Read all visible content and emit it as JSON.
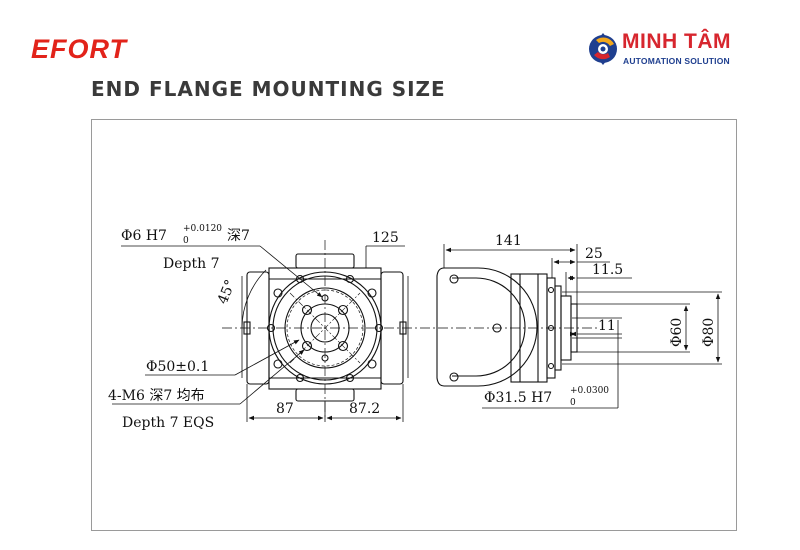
{
  "brand": "EFORT",
  "logo": {
    "name": "MINH TÂM",
    "subtitle": "AUTOMATION SOLUTION"
  },
  "title": "END FLANGE MOUNTING SIZE",
  "labels": {
    "pin_hole_main": "Φ6 H7",
    "pin_hole_tol_upper": "+0.0120",
    "pin_hole_tol_lower": "0",
    "pin_hole_depth_cn": "深7",
    "pin_hole_depth": "Depth 7",
    "angle": "45°",
    "pcd": "Φ50±0.1",
    "thread": "4-M6 深7 均布",
    "thread_depth": "Depth 7 EQS",
    "dim_87": "87",
    "dim_87_2": "87.2",
    "dim_125": "125",
    "dim_141": "141",
    "dim_25": "25",
    "dim_11_5": "11.5",
    "dim_11": "11",
    "dia_60": "Φ60",
    "dia_80": "Φ80",
    "bore_main": "Φ31.5 H7",
    "bore_tol_upper": "+0.0300",
    "bore_tol_lower": "0"
  },
  "colors": {
    "brand": "#e2231a",
    "logo_red": "#d7262e",
    "logo_blue": "#1f3f8f",
    "title": "#3a3a3a"
  }
}
